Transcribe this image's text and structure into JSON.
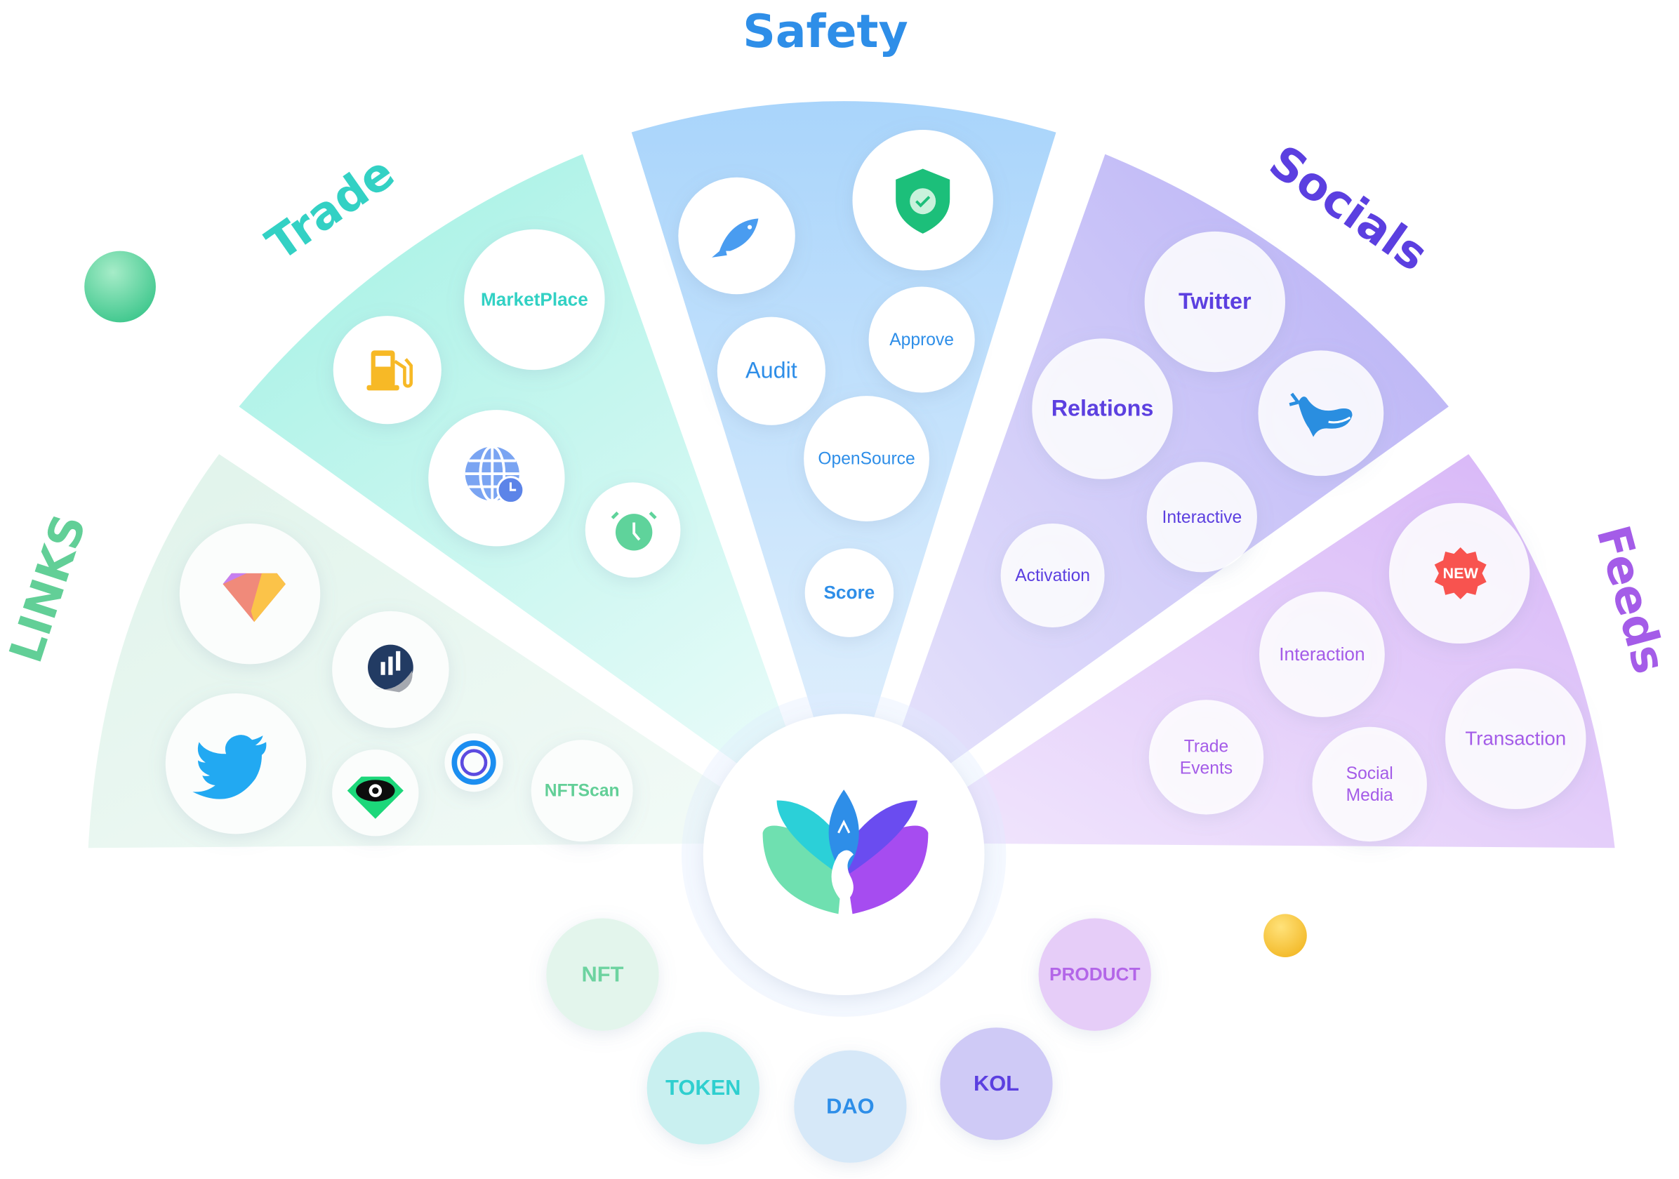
{
  "center": {
    "logo": "peacock-logo"
  },
  "sections": {
    "safety": {
      "title": "Safety",
      "color": "#2e8ee8",
      "items": {
        "fish": "fish-icon",
        "shield": "shield-check-icon",
        "audit": "Audit",
        "approve": "Approve",
        "opensource": "OpenSource",
        "score": "Score"
      }
    },
    "trade": {
      "title": "Trade",
      "color": "#33d1c4",
      "items": {
        "marketplace": "MarketPlace",
        "gas": "gas-pump-icon",
        "globe": "globe-clock-icon",
        "alarm": "alarm-clock-icon"
      }
    },
    "socials": {
      "title": "Socials",
      "color": "#5b3fe0",
      "items": {
        "twitter": "Twitter",
        "relations": "Relations",
        "whale": "whale-icon",
        "interactive": "Interactive",
        "activation": "Activation"
      }
    },
    "feeds": {
      "title": "Feeds",
      "color": "#a45ce8",
      "items": {
        "new": "NEW",
        "interaction": "Interaction",
        "transaction": "Transaction",
        "trade_events_1": "Trade",
        "trade_events_2": "Events",
        "social_media_1": "Social",
        "social_media_2": "Media"
      }
    },
    "links": {
      "title": "LINKS",
      "color": "#62cf97",
      "items": {
        "diamond": "diamond-logo",
        "chart": "chart-logo",
        "twitter": "twitter-bird-icon",
        "eye": "eye-logo",
        "ring": "ring-logo",
        "nftscan": "NFTScan"
      }
    }
  },
  "categories": [
    {
      "label": "NFT",
      "color": "#6dd3a0"
    },
    {
      "label": "TOKEN",
      "color": "#2fcfcf"
    },
    {
      "label": "DAO",
      "color": "#2e8ee8"
    },
    {
      "label": "KOL",
      "color": "#5b3fe0"
    },
    {
      "label": "PRODUCT",
      "color": "#b366e8"
    }
  ]
}
